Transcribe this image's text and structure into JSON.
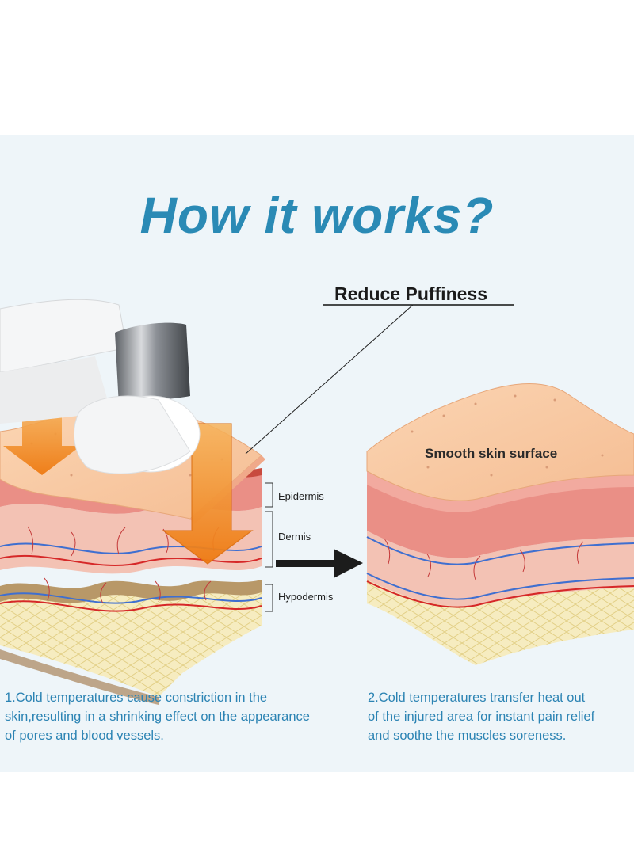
{
  "title": "How it works?",
  "callout_label": "Reduce Puffiness",
  "result_label": "Smooth skin surface",
  "layers": {
    "epidermis": "Epidermis",
    "dermis": "Dermis",
    "hypodermis": "Hypodermis"
  },
  "captions": {
    "step1": "1.Cold temperatures cause constriction in the skin,resulting in a shrinking effect on the appearance of pores and blood vessels.",
    "step2_line1": "2.Cold temperatures transfer heat out",
    "step2_line2": "of the injured area for instant pain relief",
    "step2_line3": "and soothe the muscles soreness."
  },
  "colors": {
    "title": "#2a8ab5",
    "caption": "#2b83b3",
    "background": "#eef5f9",
    "arrow_orange": "#f08a1c"
  }
}
